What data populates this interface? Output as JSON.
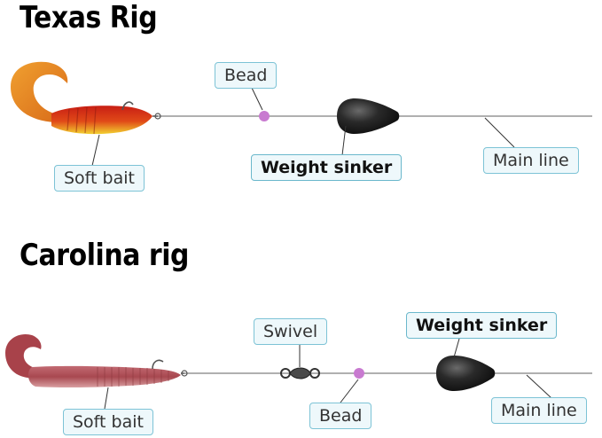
{
  "texas": {
    "title": "Texas Rig",
    "labels": {
      "bead": "Bead",
      "soft_bait": "Soft bait",
      "weight_sinker": "Weight sinker",
      "main_line": "Main line"
    }
  },
  "carolina": {
    "title": "Carolina rig",
    "labels": {
      "swivel": "Swivel",
      "weight_sinker": "Weight sinker",
      "soft_bait": "Soft bait",
      "bead": "Bead",
      "main_line": "Main line"
    }
  },
  "colors": {
    "line": "#777777",
    "bead": "#c87ad0",
    "sinker": "#1e1e1e",
    "texas_bait": "#d94a1e",
    "texas_bait_tail": "#e8962a",
    "carolina_bait": "#b84b4b",
    "label_border": "#7dc3d6",
    "label_fill": "#eef8fb"
  }
}
